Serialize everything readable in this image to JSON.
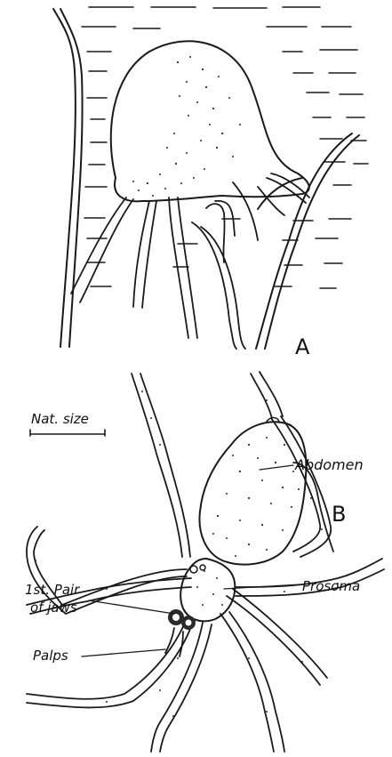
{
  "panel_a": {
    "letter": "A"
  },
  "panel_b": {
    "letter": "B",
    "scale_label": "Nat. size",
    "labels": {
      "abdomen": "Abdomen",
      "prosoma": "Prosoma",
      "jaws_line1": "1st. Pair",
      "jaws_line2": "of jaws",
      "palps": "Palps"
    }
  }
}
